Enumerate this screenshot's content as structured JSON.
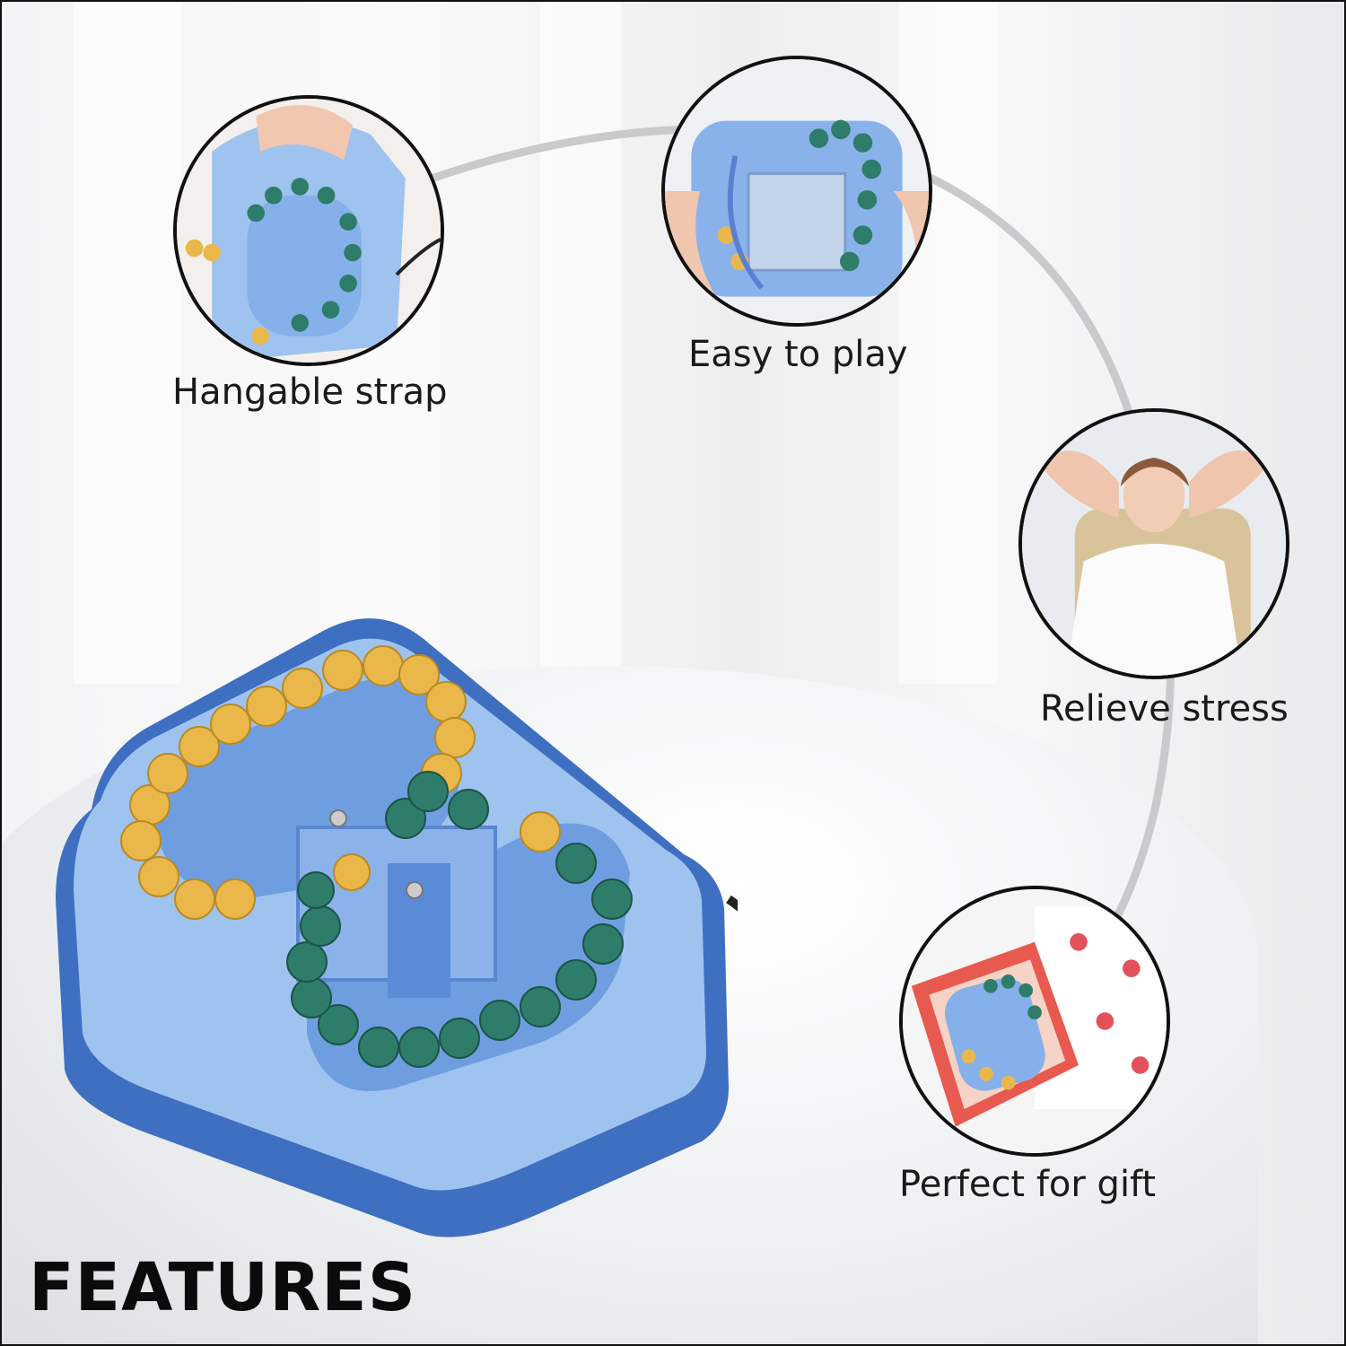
{
  "features": {
    "title": "FEATURES"
  },
  "items": [
    {
      "label": "Hangable strap"
    },
    {
      "label": "Easy to play"
    },
    {
      "label": "Relieve stress"
    },
    {
      "label": "Perfect for gift"
    }
  ],
  "colors": {
    "puzzle_light_blue": "#9fc3ef",
    "puzzle_dark_blue": "#3f6fc0",
    "bead_yellow": "#eab84a",
    "bead_green": "#2e7d6a",
    "outline": "#111111"
  }
}
